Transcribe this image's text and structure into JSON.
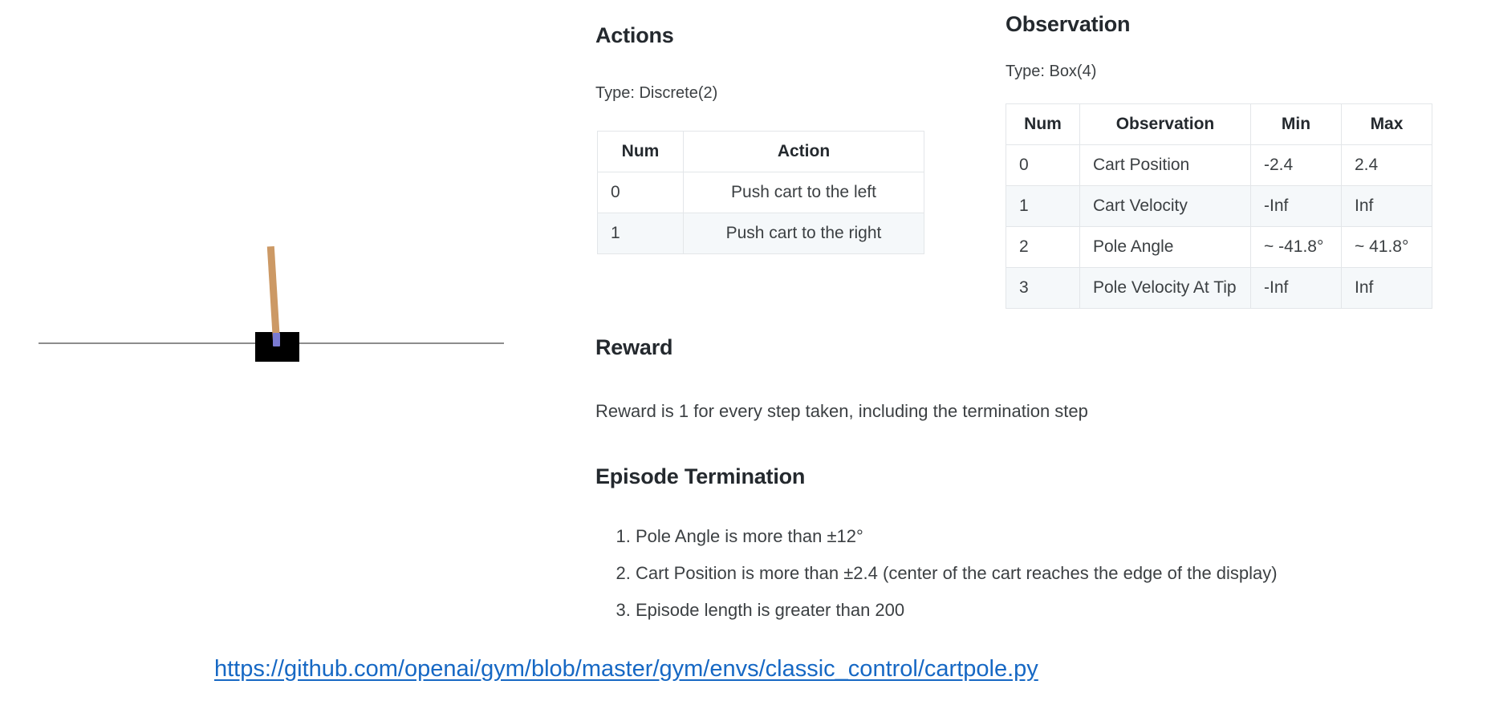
{
  "illustration": {
    "name": "cartpole-environment-render",
    "track_label": "track",
    "cart_label": "cart",
    "pole_label": "pole",
    "axle_label": "axle",
    "colors": {
      "cart": "#000000",
      "pole": "#cc9965",
      "axle": "#7a7ad1",
      "track": "#8d8d8d"
    }
  },
  "actions": {
    "heading": "Actions",
    "type_line": "Type: Discrete(2)",
    "table": {
      "columns": [
        "Num",
        "Action"
      ],
      "rows": [
        [
          "0",
          "Push cart to the left"
        ],
        [
          "1",
          "Push cart to the right"
        ]
      ]
    }
  },
  "observation": {
    "heading": "Observation",
    "type_line": "Type: Box(4)",
    "table": {
      "columns": [
        "Num",
        "Observation",
        "Min",
        "Max"
      ],
      "rows": [
        [
          "0",
          "Cart Position",
          "-2.4",
          "2.4"
        ],
        [
          "1",
          "Cart Velocity",
          "-Inf",
          "Inf"
        ],
        [
          "2",
          "Pole Angle",
          "~ -41.8°",
          "~ 41.8°"
        ],
        [
          "3",
          "Pole Velocity At Tip",
          "-Inf",
          "Inf"
        ]
      ]
    }
  },
  "reward": {
    "heading": "Reward",
    "body": "Reward is 1 for every step taken, including the termination step"
  },
  "termination": {
    "heading": "Episode Termination",
    "items": [
      "Pole Angle is more than ±12°",
      "Cart Position is more than ±2.4 (center of the cart reaches the edge of the display)",
      "Episode length is greater than 200"
    ]
  },
  "source": {
    "url_text": "https://github.com/openai/gym/blob/master/gym/envs/classic_control/cartpole.py",
    "color": "#1668c4"
  }
}
